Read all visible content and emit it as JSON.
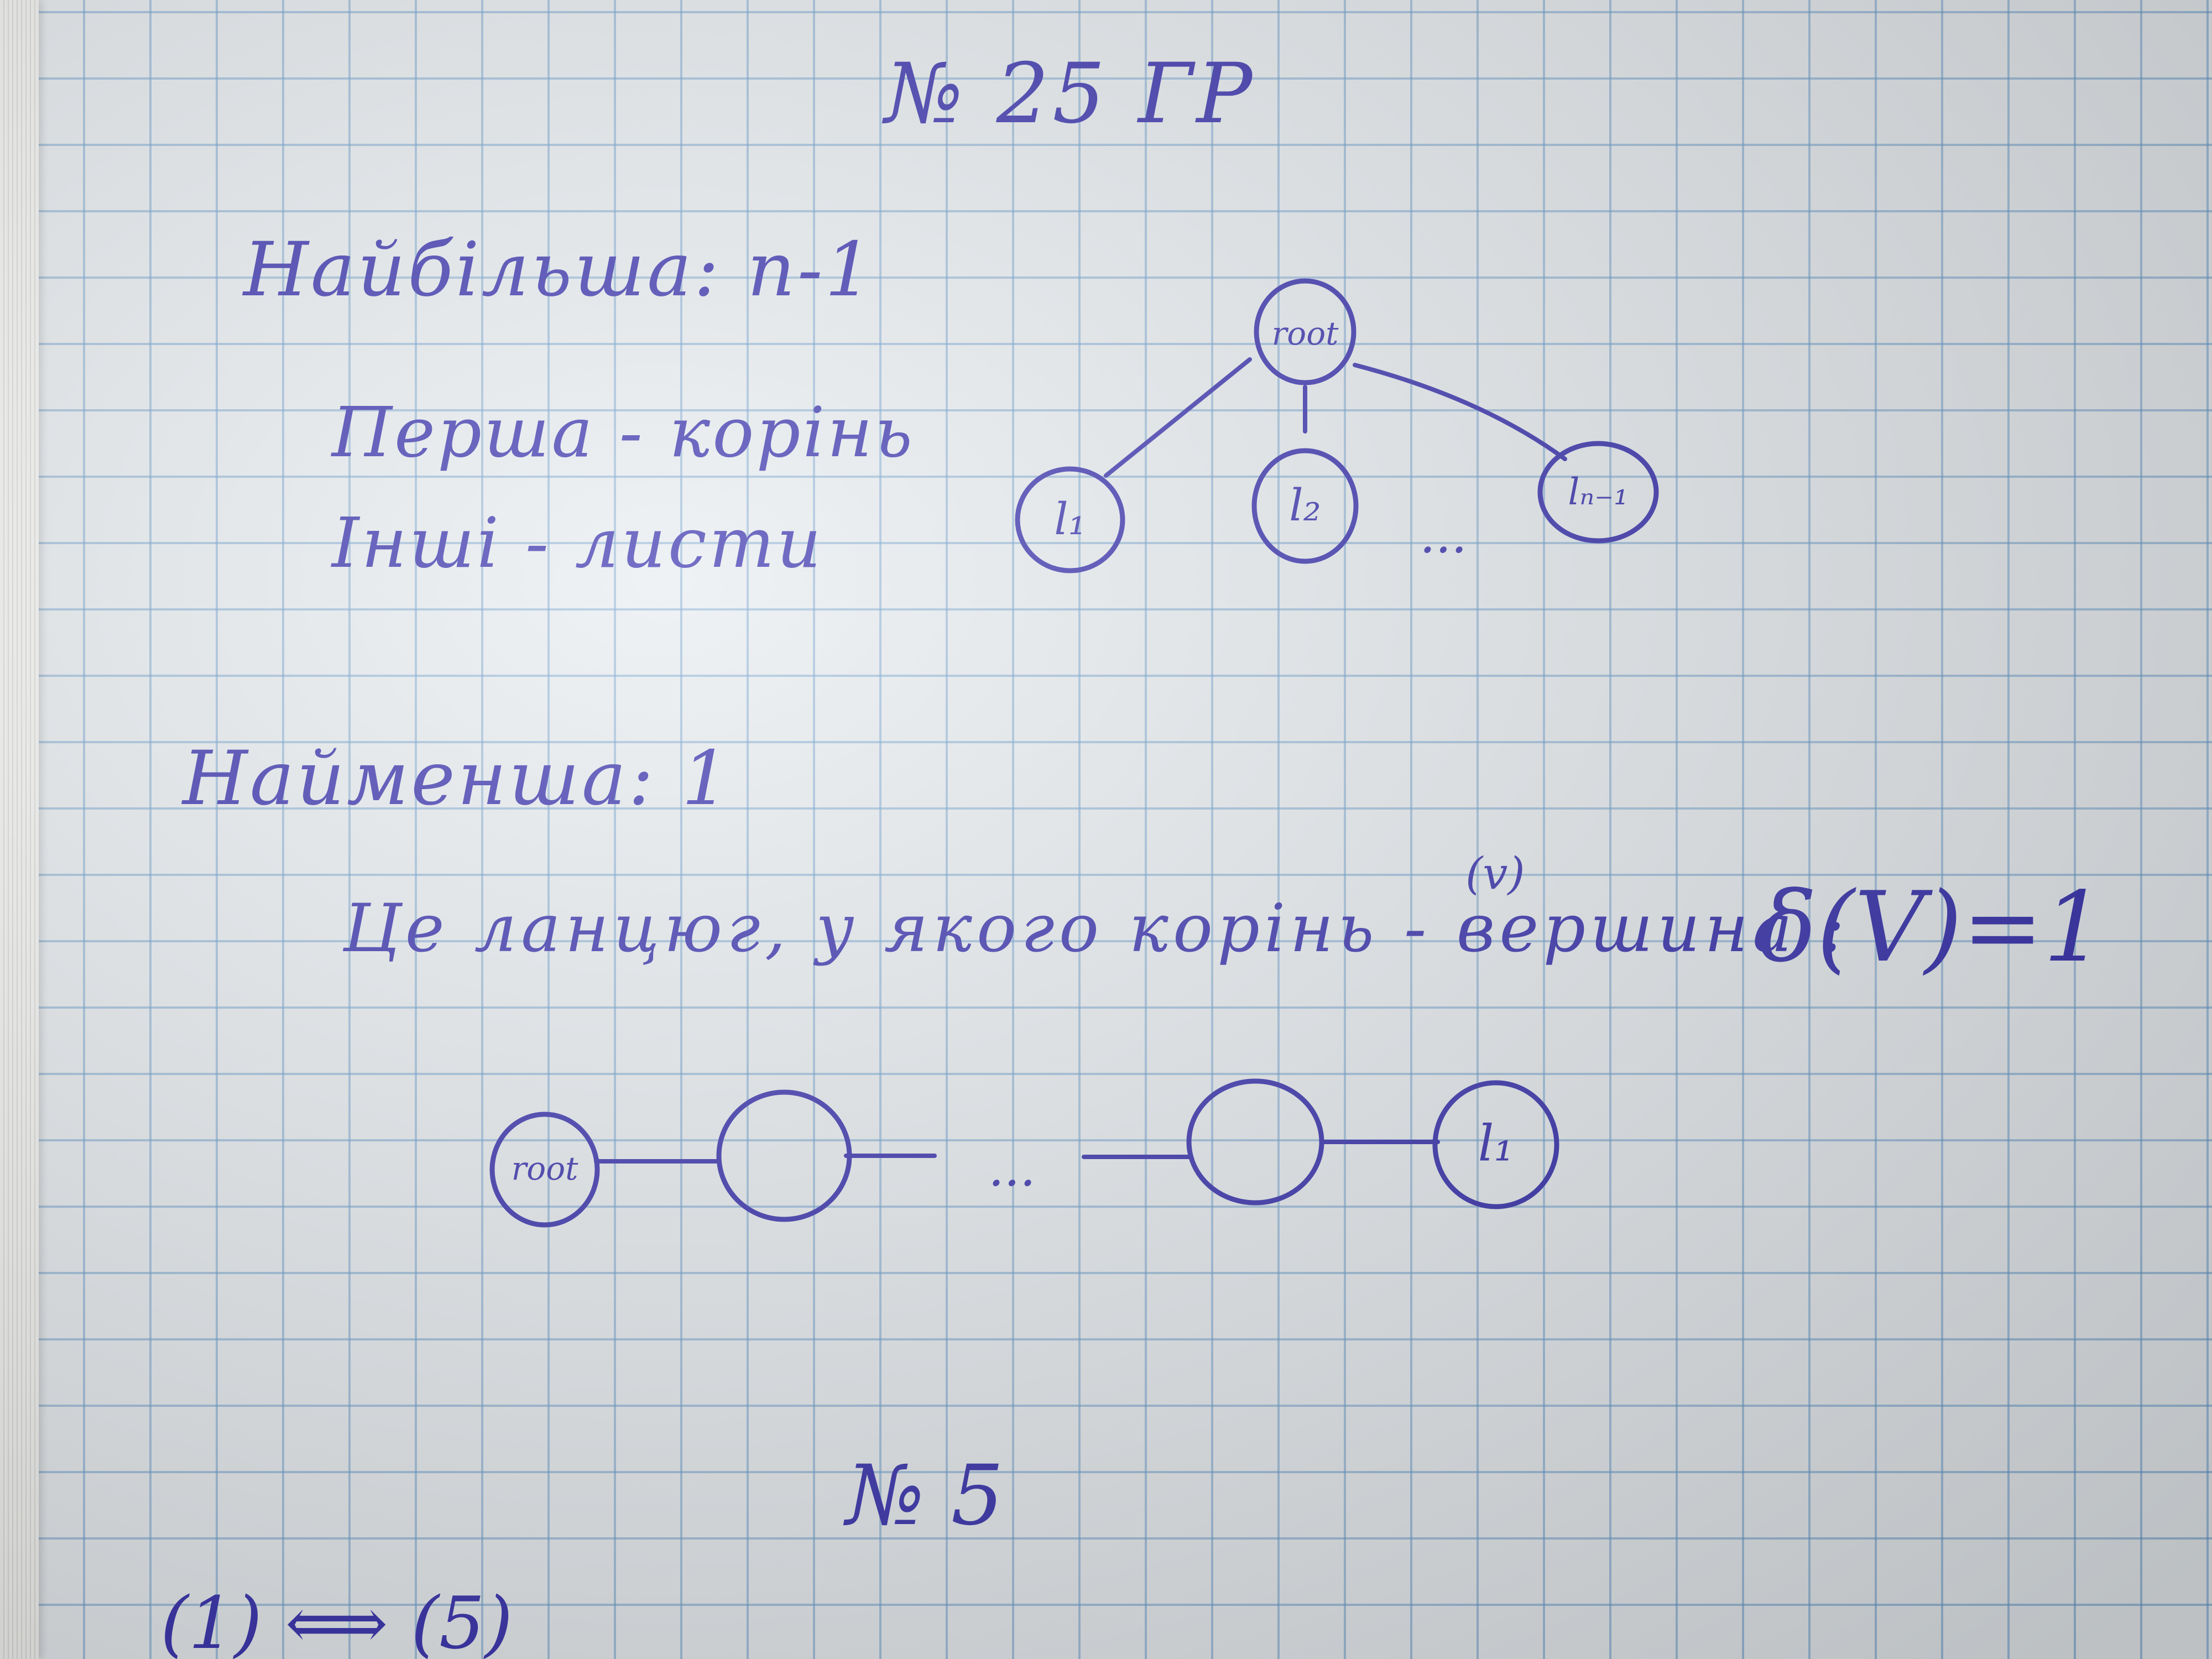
{
  "problems": {
    "problem_25": {
      "title": "№ 25 ГР",
      "max": "Найбільша:   n-1",
      "first_note": "Перша - корінь",
      "others_note": "Інші - листи",
      "min": "Найменша:   1",
      "chain_desc": "Це ланцюг, у якого корінь - вершина :",
      "vertex_note": "(v)",
      "formula": "δ(V)=1"
    },
    "problem_5": {
      "title": "№ 5",
      "equivalence": "(1) ⟺ (5)"
    }
  },
  "star_tree": {
    "root": "root",
    "leaves": [
      "l₁",
      "l₂",
      "lₙ₋₁"
    ],
    "ellipsis": "..."
  },
  "chain": {
    "start": "root",
    "end": "l₁",
    "ellipsis": "..."
  },
  "colors": {
    "ink": "#2b24a8",
    "paper": "#e6ebef",
    "grid": "#5f96c8"
  }
}
